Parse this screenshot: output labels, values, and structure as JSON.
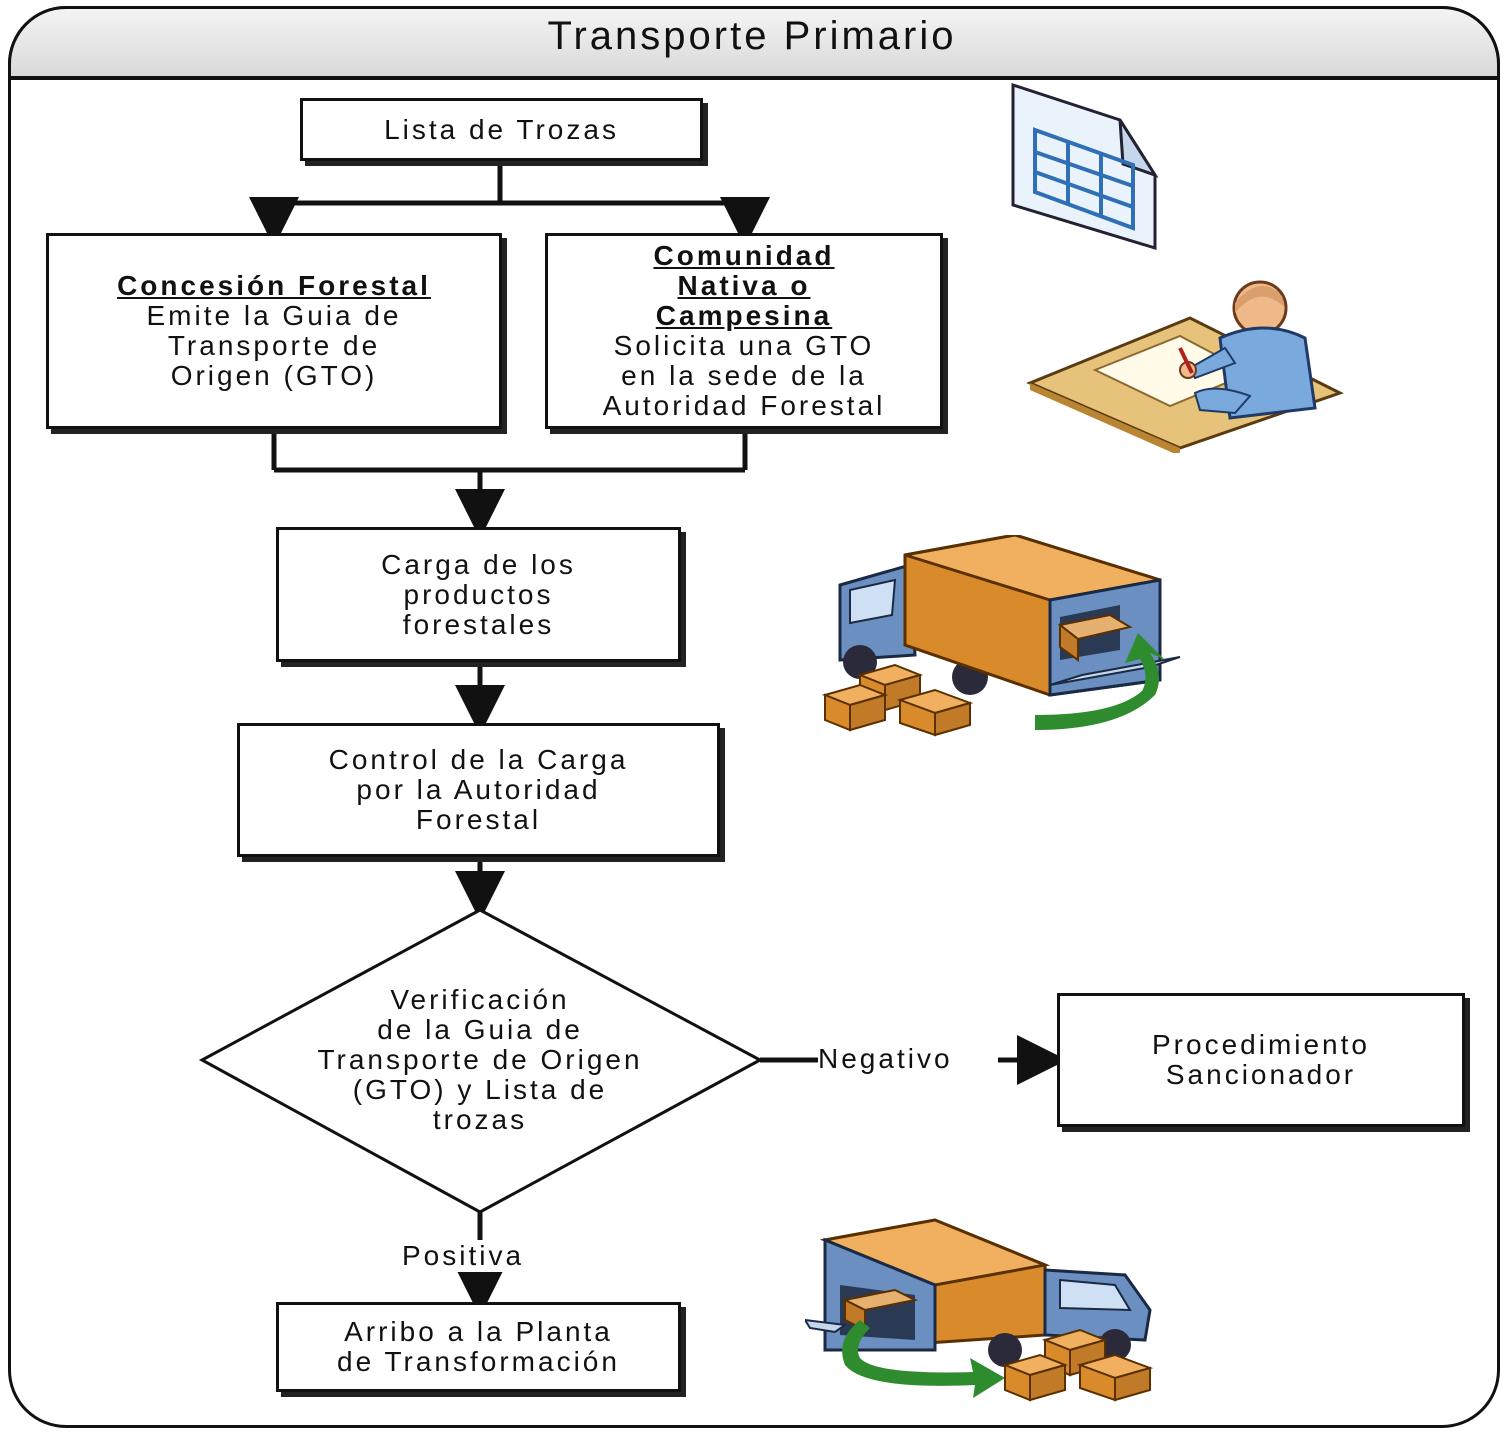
{
  "title": "Transporte Primario",
  "nodes": {
    "lista": "Lista de Trozas",
    "concesion": {
      "heading": "Concesión Forestal",
      "line1": "Emite la Guia de",
      "line2": "Transporte de",
      "line3": "Origen (GTO)"
    },
    "comunidad": {
      "heading1": "Comunidad",
      "heading2": "Nativa o",
      "heading3": "Campesina",
      "line1": "Solicita una GTO",
      "line2": "en la sede de la",
      "line3": "Autoridad Forestal"
    },
    "carga": {
      "line1": "Carga de los",
      "line2": "productos",
      "line3": "forestales"
    },
    "control": {
      "line1": "Control de la Carga",
      "line2": "por la Autoridad",
      "line3": "Forestal"
    },
    "verificacion": {
      "line1": "Verificación",
      "line2": "de la Guia de",
      "line3": "Transporte de Origen",
      "line4": "(GTO) y Lista de",
      "line5": "trozas"
    },
    "procedimiento": {
      "line1": "Procedimiento",
      "line2": "Sancionador"
    },
    "arribo": {
      "line1": "Arribo a la Planta",
      "line2": "de Transformación"
    }
  },
  "edge_labels": {
    "negativo": "Negativo",
    "positiva": "Positiva"
  },
  "icons": [
    "spreadsheet-document-icon",
    "person-at-desk-icon",
    "truck-loading-icon",
    "truck-unloading-icon"
  ],
  "colors": {
    "box_orange": "#d98b2b",
    "truck_blue": "#6a8fc0",
    "arrow_green": "#2e8b2e",
    "spreadsheet_blue": "#2e6fb5"
  }
}
